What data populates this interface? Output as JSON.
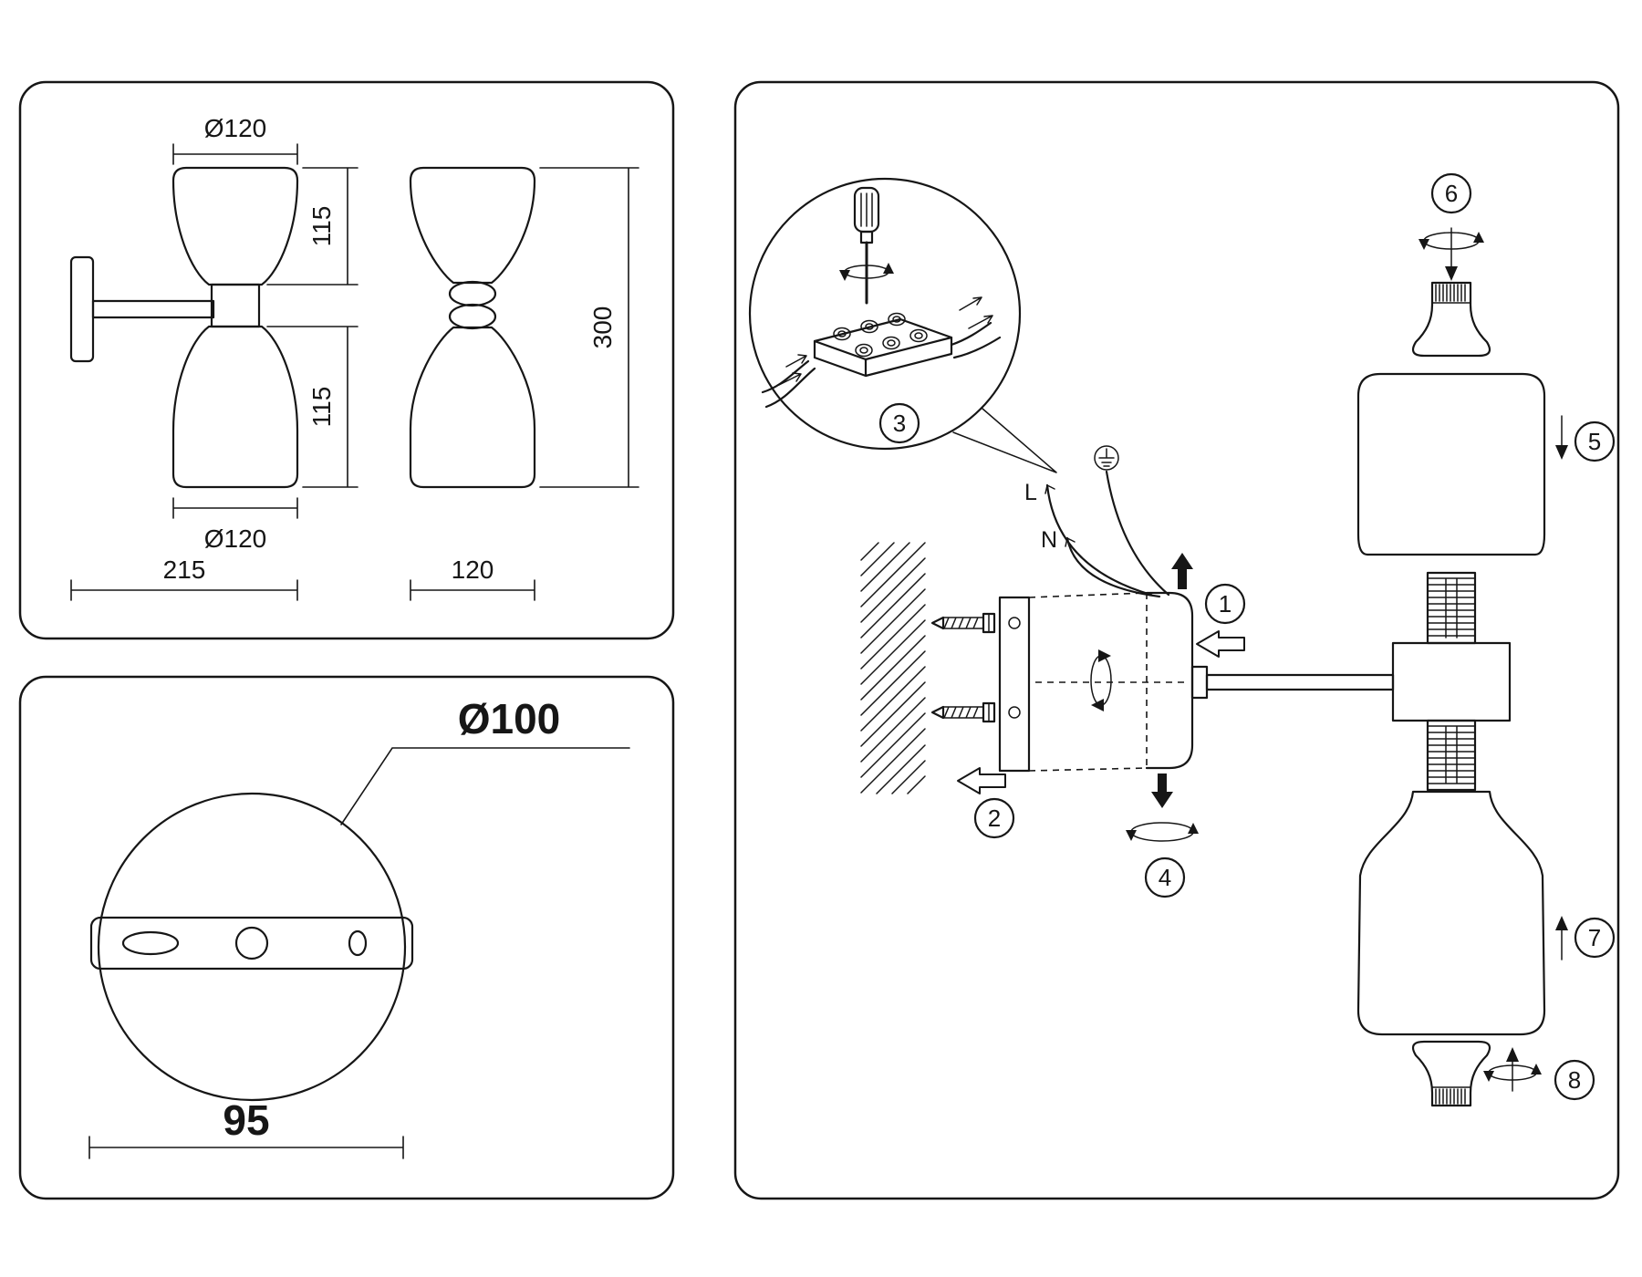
{
  "front_view": {
    "top_diameter": "Ø120",
    "upper_height": "115",
    "lower_height": "115",
    "bottom_diameter": "Ø120",
    "overall_width": "215"
  },
  "side_view": {
    "overall_height": "300",
    "width": "120"
  },
  "base_view": {
    "plate_diameter": "Ø100",
    "hole_spacing": "95"
  },
  "assembly": {
    "wire_live": "L",
    "wire_neutral": "N",
    "steps": [
      "1",
      "2",
      "3",
      "4",
      "5",
      "6",
      "7",
      "8"
    ]
  }
}
